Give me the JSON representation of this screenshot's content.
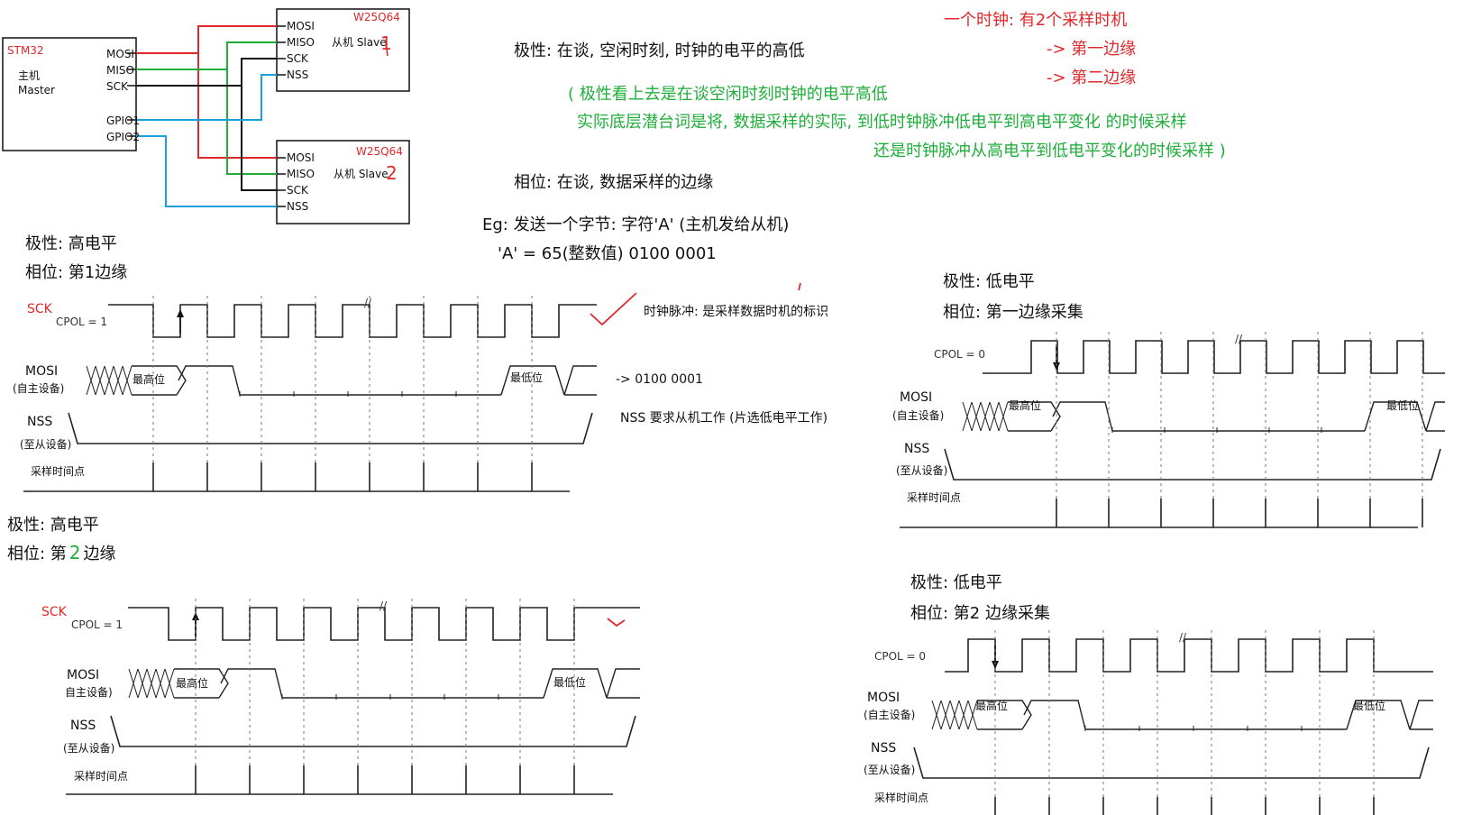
{
  "colors": {
    "red": "#e0282a",
    "green": "#1fae3a",
    "blue": "#1aa0dc",
    "black": "#111111"
  },
  "schematic": {
    "master": {
      "chip": "STM32",
      "name_cn": "主机",
      "name_en": "Master",
      "pins": [
        "MOSI",
        "MISO",
        "SCK",
        "GPIO1",
        "GPIO2"
      ]
    },
    "slave1": {
      "chip": "W25Q64",
      "label": "从机 Slave",
      "number": "1",
      "pins": [
        "MOSI",
        "MISO",
        "SCK",
        "NSS"
      ]
    },
    "slave2": {
      "chip": "W25Q64",
      "label": "从机 Slave",
      "number": "2",
      "pins": [
        "MOSI",
        "MISO",
        "SCK",
        "NSS"
      ]
    }
  },
  "notes": {
    "polarity": "极性: 在谈, 空闲时刻, 时钟的电平的高低",
    "clock_two_samples": "一个时钟: 有2个采样时机",
    "first_edge": "-> 第一边缘",
    "second_edge": "-> 第二边缘",
    "note_line1": "( 极性看上去是在谈空闲时刻时钟的电平高低",
    "note_line2": "实际底层潜台词是将, 数据采样的实际, 到低时钟脉冲低电平到高电平变化 的时候采样",
    "note_line3": "还是时钟脉冲从高电平到低电平变化的时候采样 )",
    "phase": "相位: 在谈, 数据采样的边缘",
    "eg": "Eg: 发送一个字节:   字符'A' (主机发给从机)",
    "eg_value": "'A'  = 65(整数值)   0100 0001",
    "clock_pulse_note": "时钟脉冲: 是采样数据时机的标识",
    "bits": "->  0100 0001",
    "nss_note": "NSS 要求从机工作 (片选低电平工作)"
  },
  "diagrams": [
    {
      "polarity": "极性: 高电平",
      "phase": "相位: 第1边缘",
      "sck": "SCK",
      "cpol": "CPOL = 1",
      "mosi": "MOSI",
      "mosi_sub": "(自主设备)",
      "nss": "NSS",
      "nss_sub": "(至从设备)",
      "msb": "最高位",
      "lsb": "最低位",
      "sample": "采样时间点"
    },
    {
      "polarity": "极性: 低电平",
      "phase": "相位: 第一边缘采集",
      "sck": "",
      "cpol": "CPOL = 0",
      "mosi": "MOSI",
      "mosi_sub": "(自主设备)",
      "nss": "NSS",
      "nss_sub": "(至从设备)",
      "msb": "最高位",
      "lsb": "最低位",
      "sample": "采样时间点"
    },
    {
      "polarity": "极性: 高电平",
      "phase_pre": "相位: 第",
      "phase_num": "2",
      "phase_post": "边缘",
      "sck": "SCK",
      "cpol": "CPOL = 1",
      "mosi": "MOSI",
      "mosi_sub": "自主设备)",
      "nss": "NSS",
      "nss_sub": "(至从设备)",
      "msb": "最高位",
      "lsb": "最低位",
      "sample": "采样时间点"
    },
    {
      "polarity": "极性: 低电平",
      "phase": "相位: 第2 边缘采集",
      "sck": "",
      "cpol": "CPOL = 0",
      "mosi": "MOSI",
      "mosi_sub": "(自主设备)",
      "nss": "NSS",
      "nss_sub": "(至从设备)",
      "msb": "最高位",
      "lsb": "最低位",
      "sample": "采样时间点"
    }
  ]
}
